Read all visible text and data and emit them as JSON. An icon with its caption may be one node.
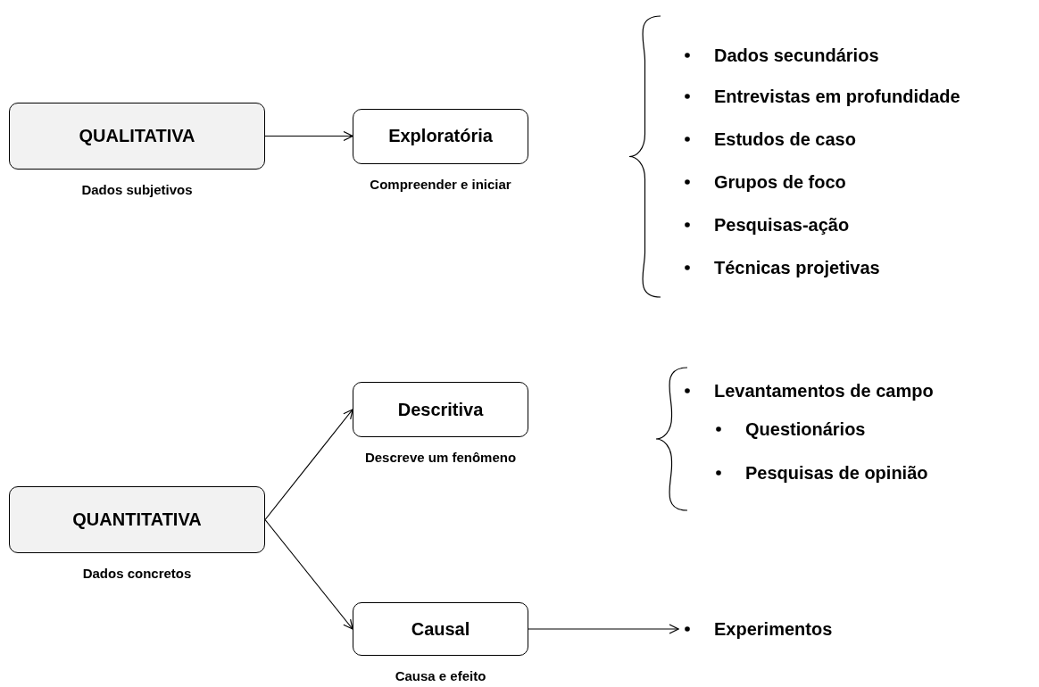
{
  "diagram": {
    "nodes": [
      {
        "text": [
          "QUALITATIVA"
        ],
        "beside": [
          "Dados subjetivos"
        ]
      },
      {
        "text": [
          "Exploratória"
        ],
        "beside": [
          "Compreender e iniciar"
        ]
      },
      {
        "text": [
          "QUANTITATIVA"
        ],
        "beside": [
          "Dados concretos"
        ]
      },
      {
        "text": [
          "Descritiva"
        ],
        "beside": [
          "Descreve um fenômeno"
        ]
      },
      {
        "text": [
          "Causal"
        ],
        "beside": [
          "Causa e efeito"
        ]
      },
      {
        "text": [
          "Experimentos"
        ]
      }
    ],
    "edges": [
      {
        "from": 0,
        "to": 1,
        "arrow": "to"
      },
      {
        "from": 2,
        "to": 3,
        "arrow": "to"
      },
      {
        "from": 2,
        "to": 4,
        "arrow": "to"
      },
      {
        "from": 4,
        "to": 5,
        "arrow": "to"
      }
    ],
    "labels": [
      "Dados secundários",
      "Entrevistas em profundidade",
      "Estudos de caso",
      "Grupos de foco",
      "Pesquisas-ação",
      "Técnicas projetivas",
      "Levantamentos de campo",
      "Questionários",
      "Pesquisas de opinião"
    ]
  }
}
